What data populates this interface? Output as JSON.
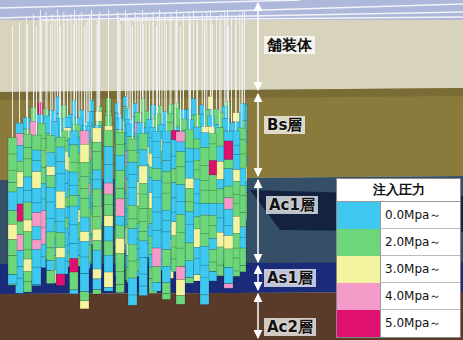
{
  "diagram": {
    "labels": [
      "舗装体",
      "Bs層",
      "Ac1層",
      "As1層",
      "Ac2層",
      "注入圧力"
    ],
    "legend": [
      {
        "text": "0.0Mpa～",
        "color": "#3fc8f0"
      },
      {
        "text": "2.0Mpa～",
        "color": "#6ed67a"
      },
      {
        "text": "3.0Mpa～",
        "color": "#f4f4a0"
      },
      {
        "text": "4.0Mpa～",
        "color": "#f49ac8"
      },
      {
        "text": "5.0Mpa～",
        "color": "#e0106e"
      }
    ]
  }
}
